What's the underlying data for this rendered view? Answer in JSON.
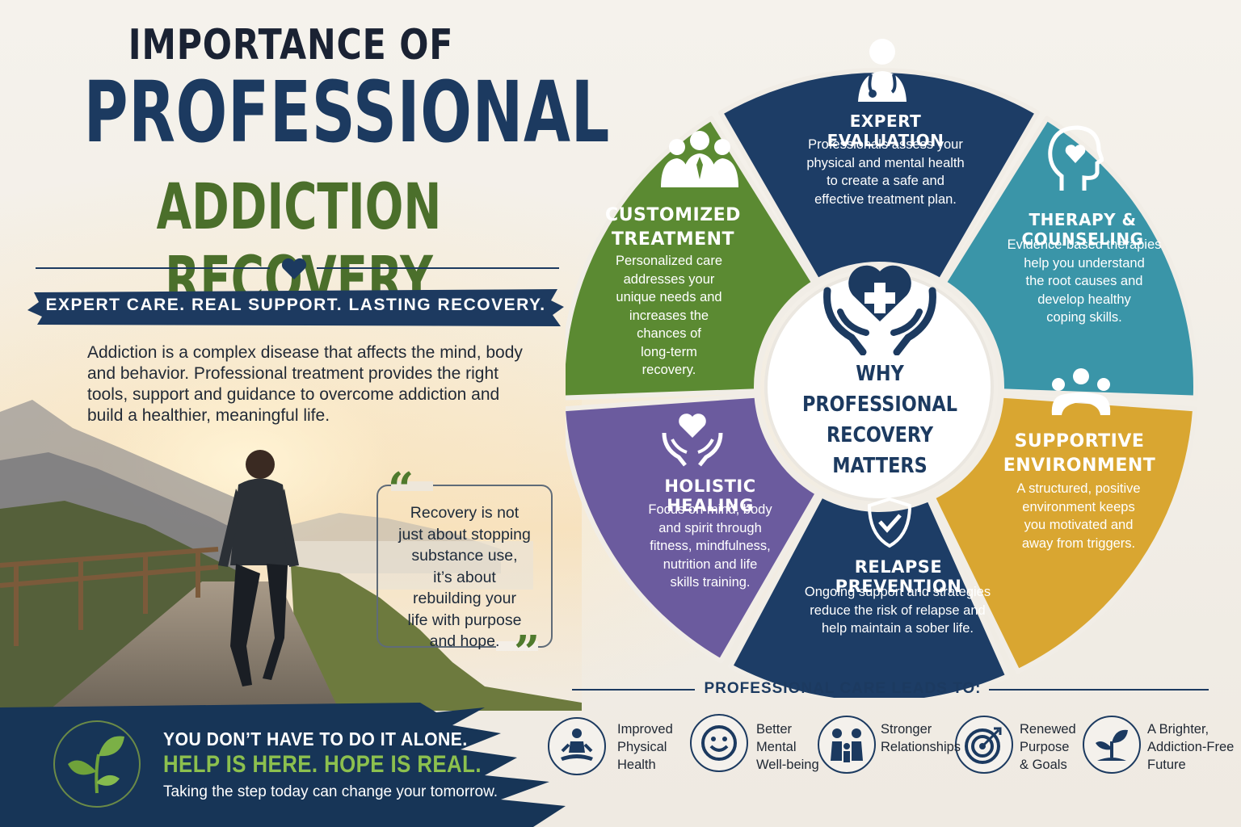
{
  "title": {
    "line1": "IMPORTANCE OF",
    "line2": "PROFESSIONAL",
    "line3": "ADDICTION RECOVERY"
  },
  "tagline": "EXPERT CARE. REAL SUPPORT. LASTING RECOVERY.",
  "intro": "Addiction is a complex disease that affects the mind, body and behavior. Professional treatment provides the right tools, support and guidance to overcome addiction and build a healthier, meaningful life.",
  "quote": {
    "line1": "Recovery is not",
    "line2": "just about stopping",
    "line3": "substance use,",
    "line4": "it’s about",
    "line5": "rebuilding your",
    "line6": "life with purpose",
    "line7": "and hope."
  },
  "cta": {
    "line1": "YOU DON’T HAVE TO DO IT ALONE.",
    "line2": "HELP IS HERE. HOPE IS REAL.",
    "line3": "Taking the step today can change your tomorrow."
  },
  "wheel": {
    "center": {
      "line1": "WHY PROFESSIONAL",
      "line2": "RECOVERY",
      "line3": "MATTERS"
    },
    "segments": {
      "expert": {
        "title": "EXPERT EVALUATION",
        "line1": "Professionals assess your",
        "line2": "physical and mental health",
        "line3": "to create a safe and",
        "line4": "effective treatment plan.",
        "color": "#1d3d66",
        "icon": "doctor-icon"
      },
      "therapy": {
        "title": "THERAPY & COUNSELING",
        "line1": "Evidence-based therapies",
        "line2": "help you understand",
        "line3": "the root causes and",
        "line4": "develop healthy",
        "line5": "coping skills.",
        "color": "#3a95a8",
        "icon": "head-heart-icon"
      },
      "supportive": {
        "title1": "SUPPORTIVE",
        "title2": "ENVIRONMENT",
        "line1": "A structured, positive",
        "line2": "environment keeps",
        "line3": "you motivated and",
        "line4": "away from triggers.",
        "color": "#d9a631",
        "icon": "group-hug-icon"
      },
      "relapse": {
        "title": "RELAPSE PREVENTION",
        "line1": "Ongoing support and strategies",
        "line2": "reduce the risk of relapse and",
        "line3": "help maintain a sober life.",
        "color": "#1d3d66",
        "icon": "shield-check-icon"
      },
      "holistic": {
        "title": "HOLISTIC HEALING",
        "line1": "Focus on mind, body",
        "line2": "and spirit through",
        "line3": "fitness, mindfulness,",
        "line4": "nutrition and life",
        "line5": "skills training.",
        "color": "#6b5b9e",
        "icon": "hands-heart-icon"
      },
      "customized": {
        "title1": "CUSTOMIZED",
        "title2": "TREATMENT",
        "line1": "Personalized care",
        "line2": "addresses your",
        "line3": "unique needs and",
        "line4": "increases the",
        "line5": "chances of",
        "line6": "long-term",
        "line7": "recovery.",
        "color": "#5b8a32",
        "icon": "team-icon"
      }
    }
  },
  "leads": {
    "title": "PROFESSIONAL CARE LEADS TO:",
    "items": [
      {
        "line1": "Improved",
        "line2": "Physical",
        "line3": "Health",
        "icon": "meditation-icon"
      },
      {
        "line1": "Better",
        "line2": "Mental",
        "line3": "Well-being",
        "icon": "smiley-icon"
      },
      {
        "line1": "Stronger",
        "line2": "Relationships",
        "line3": "",
        "icon": "family-icon"
      },
      {
        "line1": "Renewed",
        "line2": "Purpose",
        "line3": "& Goals",
        "icon": "target-icon"
      },
      {
        "line1": "A Brighter,",
        "line2": "Addiction-Free",
        "line3": "Future",
        "icon": "sprout-icon"
      }
    ]
  },
  "colors": {
    "navy": "#1c3a60",
    "green": "#4b6f2b",
    "teal": "#3a95a8",
    "gold": "#d9a631",
    "purple": "#6b5b9e"
  }
}
